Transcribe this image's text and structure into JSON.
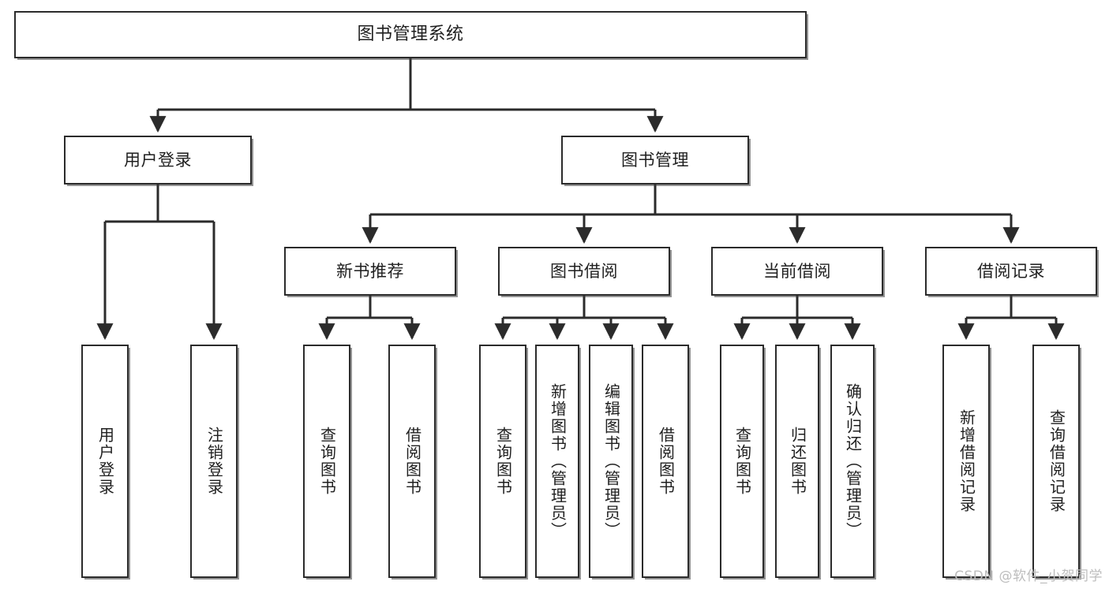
{
  "diagram": {
    "type": "tree-hierarchy",
    "title": "图书管理系统",
    "colors": {
      "stroke": "#2b2b2b",
      "text": "#1f1f1f",
      "background": "#ffffff",
      "watermark": "#bdbdbd"
    },
    "nodes": {
      "root": {
        "label": "图书管理系统"
      },
      "level2": [
        {
          "id": "user-login",
          "label": "用户登录"
        },
        {
          "id": "book-manage",
          "label": "图书管理"
        }
      ],
      "level3": [
        {
          "id": "new-book-recommend",
          "label": "新书推荐"
        },
        {
          "id": "book-borrow",
          "label": "图书借阅"
        },
        {
          "id": "current-borrow",
          "label": "当前借阅"
        },
        {
          "id": "borrow-record",
          "label": "借阅记录"
        }
      ],
      "leaves": {
        "user-login": [
          {
            "id": "leaf-user-login",
            "label": "用户登录"
          },
          {
            "id": "leaf-logout-login",
            "label": "注销登录"
          }
        ],
        "new-book-recommend": [
          {
            "id": "leaf-query-book-1",
            "label": "查询图书"
          },
          {
            "id": "leaf-borrow-book-1",
            "label": "借阅图书"
          }
        ],
        "book-borrow": [
          {
            "id": "leaf-query-book-2",
            "label": "查询图书"
          },
          {
            "id": "leaf-add-book",
            "label": "新增图书（管理员）"
          },
          {
            "id": "leaf-edit-book",
            "label": "编辑图书（管理员）"
          },
          {
            "id": "leaf-borrow-book-2",
            "label": "借阅图书"
          }
        ],
        "current-borrow": [
          {
            "id": "leaf-query-book-3",
            "label": "查询图书"
          },
          {
            "id": "leaf-return-book",
            "label": "归还图书"
          },
          {
            "id": "leaf-confirm-return",
            "label": "确认归还（管理员）"
          }
        ],
        "borrow-record": [
          {
            "id": "leaf-add-record",
            "label": "新增借阅记录"
          },
          {
            "id": "leaf-query-record",
            "label": "查询借阅记录"
          }
        ]
      }
    },
    "watermark": "CSDN @软件_小贺同学"
  }
}
